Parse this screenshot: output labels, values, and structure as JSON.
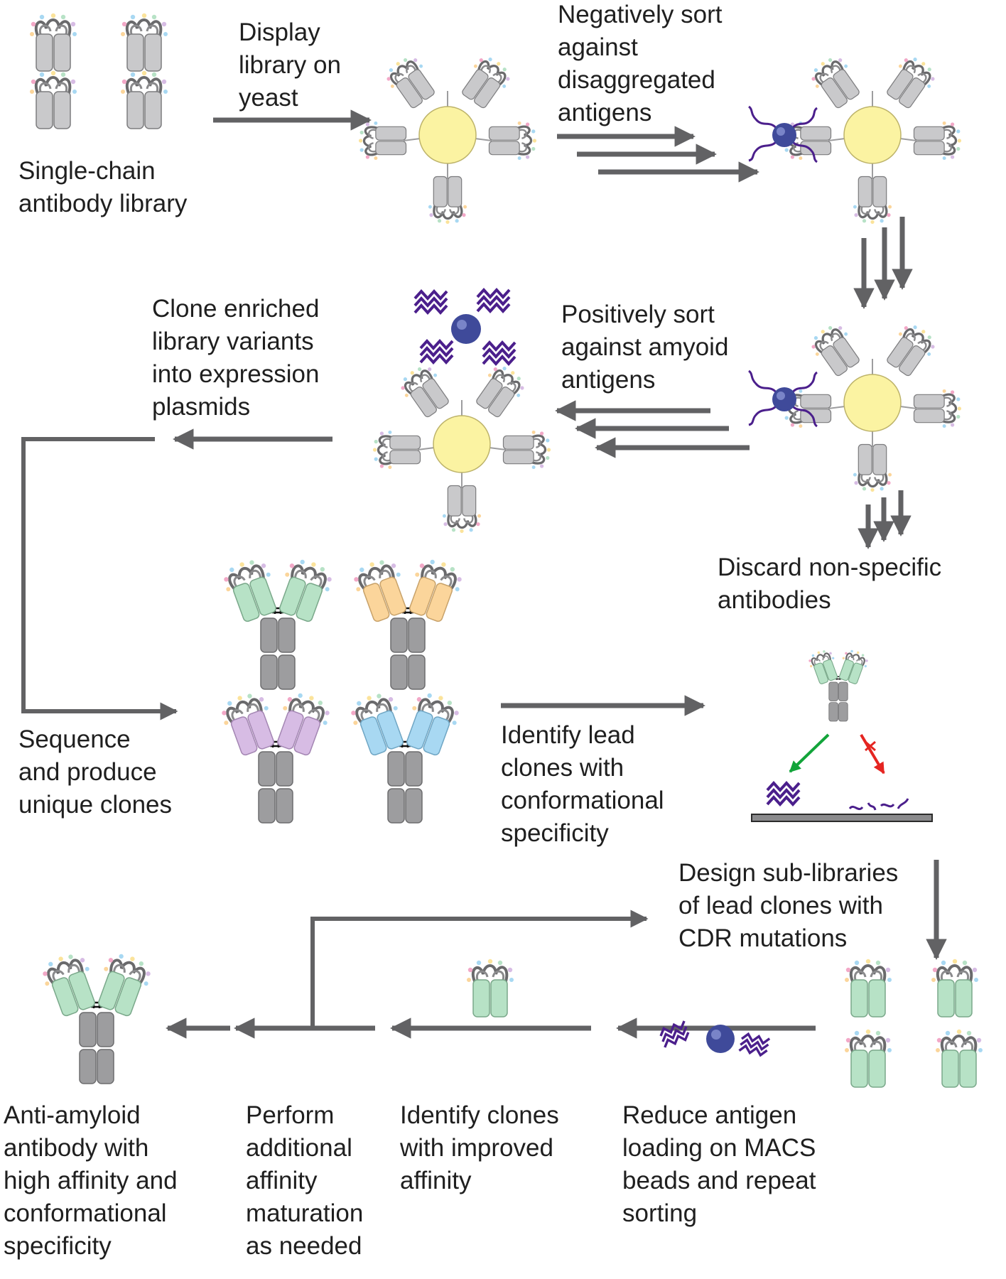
{
  "labels": {
    "library": "Single-chain\nantibody library",
    "display": "Display\nlibrary on\nyeast",
    "negative_sort": "Negatively sort\nagainst\ndisaggregated\nantigens",
    "positive_sort": "Positively sort\nagainst amyoid\nantigens",
    "clone_enriched": "Clone enriched\nlibrary variants\ninto expression\nplasmids",
    "discard": "Discard non-specific\nantibodies",
    "sequence": "Sequence\nand produce\nunique clones",
    "identify_lead": "Identify lead\nclones with\nconformational\nspecificity",
    "design_sublib": "Design sub-libraries\nof lead clones with\nCDR mutations",
    "reduce_antigen": "Reduce antigen\nloading on MACS\nbeads and repeat\nsorting",
    "identify_improved": "Identify clones\nwith improved\naffinity",
    "perform_additional": "Perform\nadditional\naffinity\nmaturation\nas needed",
    "final_antibody": "Anti-amyloid\nantibody with\nhigh affinity and\nconformational\nspecificity"
  },
  "colors": {
    "arrow": "#626264",
    "yeast": "#fbf3a2",
    "scfv_grey": "#c9c9cb",
    "fc_grey": "#9d9d9f",
    "green": "#b7e2c6",
    "orange": "#fbd59b",
    "purple": "#d7bce4",
    "blue": "#a8d8f2",
    "bead": "#3f4a9a",
    "antigen": "#4b1f8c",
    "binds": "#12a43a",
    "no_bind": "#e52521"
  }
}
